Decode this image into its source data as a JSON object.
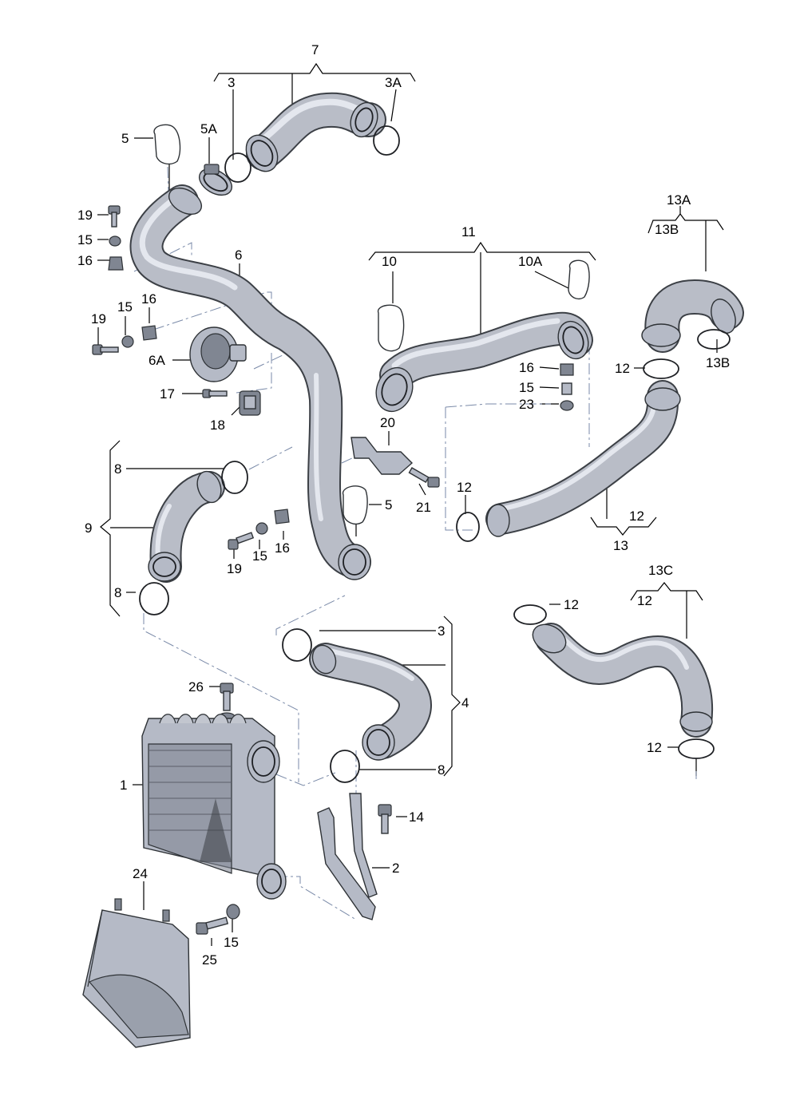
{
  "diagram": {
    "labels": [
      "7",
      "3",
      "3A",
      "5",
      "5A",
      "19",
      "15",
      "16",
      "6",
      "19",
      "15",
      "16",
      "6A",
      "17",
      "18",
      "11",
      "10",
      "10A",
      "16",
      "15",
      "23",
      "20",
      "21",
      "13A",
      "13B",
      "13B",
      "12",
      "12",
      "12",
      "13",
      "8",
      "9",
      "8",
      "5",
      "19",
      "15",
      "16",
      "13C",
      "12",
      "12",
      "12",
      "3",
      "4",
      "8",
      "26",
      "1",
      "24",
      "25",
      "15",
      "14",
      "2"
    ]
  }
}
